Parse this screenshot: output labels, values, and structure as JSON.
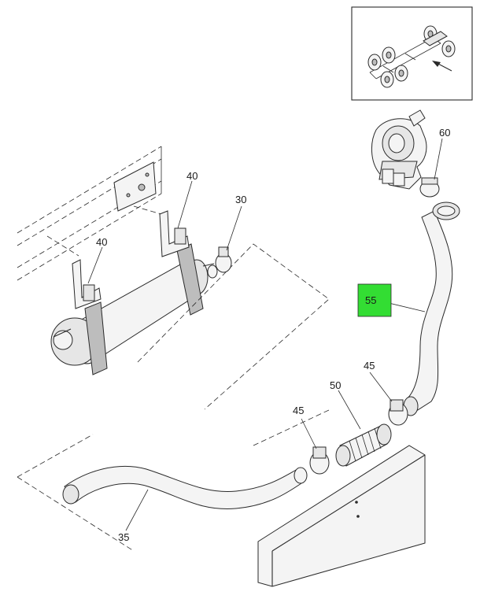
{
  "callouts": {
    "c60": "60",
    "c55": "55",
    "c40a": "40",
    "c40b": "40",
    "c30": "30",
    "c45a": "45",
    "c45b": "45",
    "c50": "50",
    "c35": "35"
  },
  "highlight": {
    "label": "55",
    "color": "#33dd33"
  }
}
